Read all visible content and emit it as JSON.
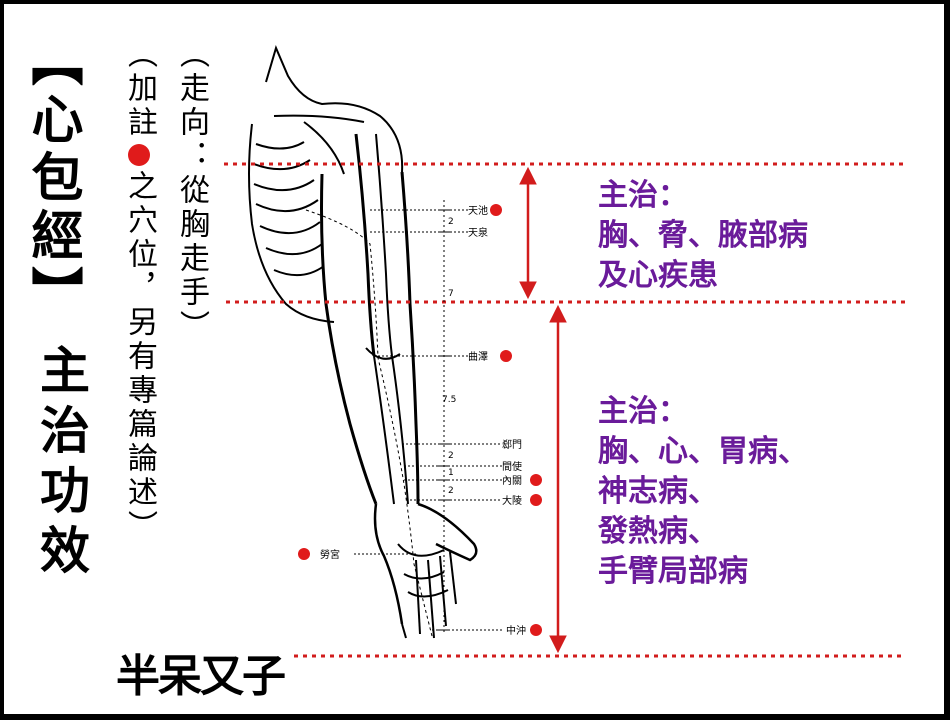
{
  "title": "【心包經】",
  "subtitle": "主治功效",
  "direction_note": "（走向：從胸走手）",
  "acupoint_note": {
    "before_dot": "（加註",
    "after_dot": "之穴位，另有專篇論述）"
  },
  "upper_indication": [
    "主治：",
    "胸、脅、腋部病",
    "及心疾患"
  ],
  "lower_indication": [
    "主治：",
    "胸、心、胃病、",
    "神志病、",
    "發熱病、",
    "手臂局部病"
  ],
  "segment_numbers": {
    "tianchi_tianquan": "2",
    "upper_arm": "7",
    "forearm": "7.5",
    "ximen_jianshi": "2",
    "jianshi_neiguan": "1",
    "neiguan_daling": "2"
  },
  "acupoints": [
    {
      "name": "天池",
      "marked": true
    },
    {
      "name": "天泉",
      "marked": false
    },
    {
      "name": "曲澤",
      "marked": true
    },
    {
      "name": "郄門",
      "marked": false
    },
    {
      "name": "間使",
      "marked": false
    },
    {
      "name": "內關",
      "marked": true
    },
    {
      "name": "大陵",
      "marked": true
    },
    {
      "name": "勞宮",
      "marked": true
    },
    {
      "name": "中沖",
      "marked": true
    }
  ],
  "logo": "半呆又子",
  "colors": {
    "guide_line": "#d21c1c",
    "arrow": "#d21c1c",
    "dot": "#e01b1b",
    "indication_text": "#6a1b9a"
  }
}
